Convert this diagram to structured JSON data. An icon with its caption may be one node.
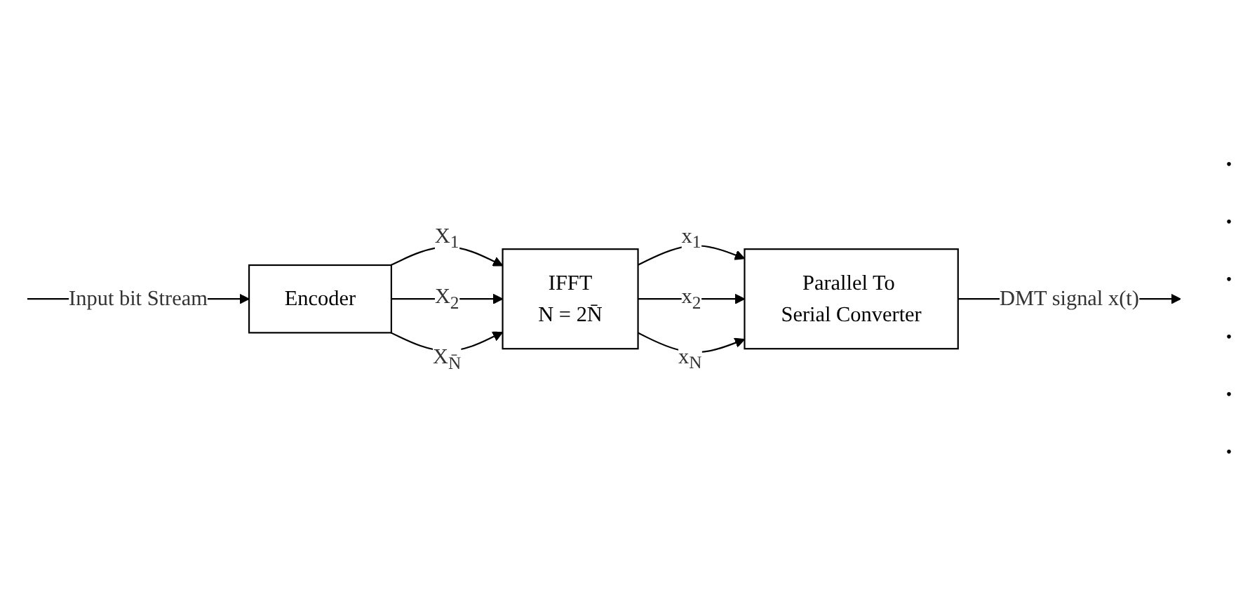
{
  "diagram": {
    "nodes": [
      {
        "text": [
          "Encoder"
        ]
      },
      {
        "text": [
          "IFFT",
          "N = 2N̄"
        ]
      },
      {
        "text": [
          "Parallel To Serial Converter"
        ]
      }
    ],
    "edges": [
      {
        "from": null,
        "to": 0,
        "arrow": "to",
        "label": "Input bit Stream"
      },
      {
        "from": 0,
        "to": 1,
        "arrow": "to",
        "label": "X$_{1}$"
      },
      {
        "from": 0,
        "to": 1,
        "arrow": "to",
        "label": "X$_{2}$"
      },
      {
        "from": 0,
        "to": 1,
        "arrow": "to",
        "label": "X$_{N̄}$"
      },
      {
        "from": 1,
        "to": 2,
        "arrow": "to",
        "label": "x$_{1}$"
      },
      {
        "from": 1,
        "to": 2,
        "arrow": "to",
        "label": "x$_{2}$"
      },
      {
        "from": 1,
        "to": 2,
        "arrow": "to",
        "label": "x$_{N}$"
      },
      {
        "from": 2,
        "to": null,
        "arrow": "to",
        "label": "DMT signal x(t)"
      }
    ],
    "labels": [
      ".",
      ".",
      ".",
      ".",
      ".",
      "."
    ]
  }
}
